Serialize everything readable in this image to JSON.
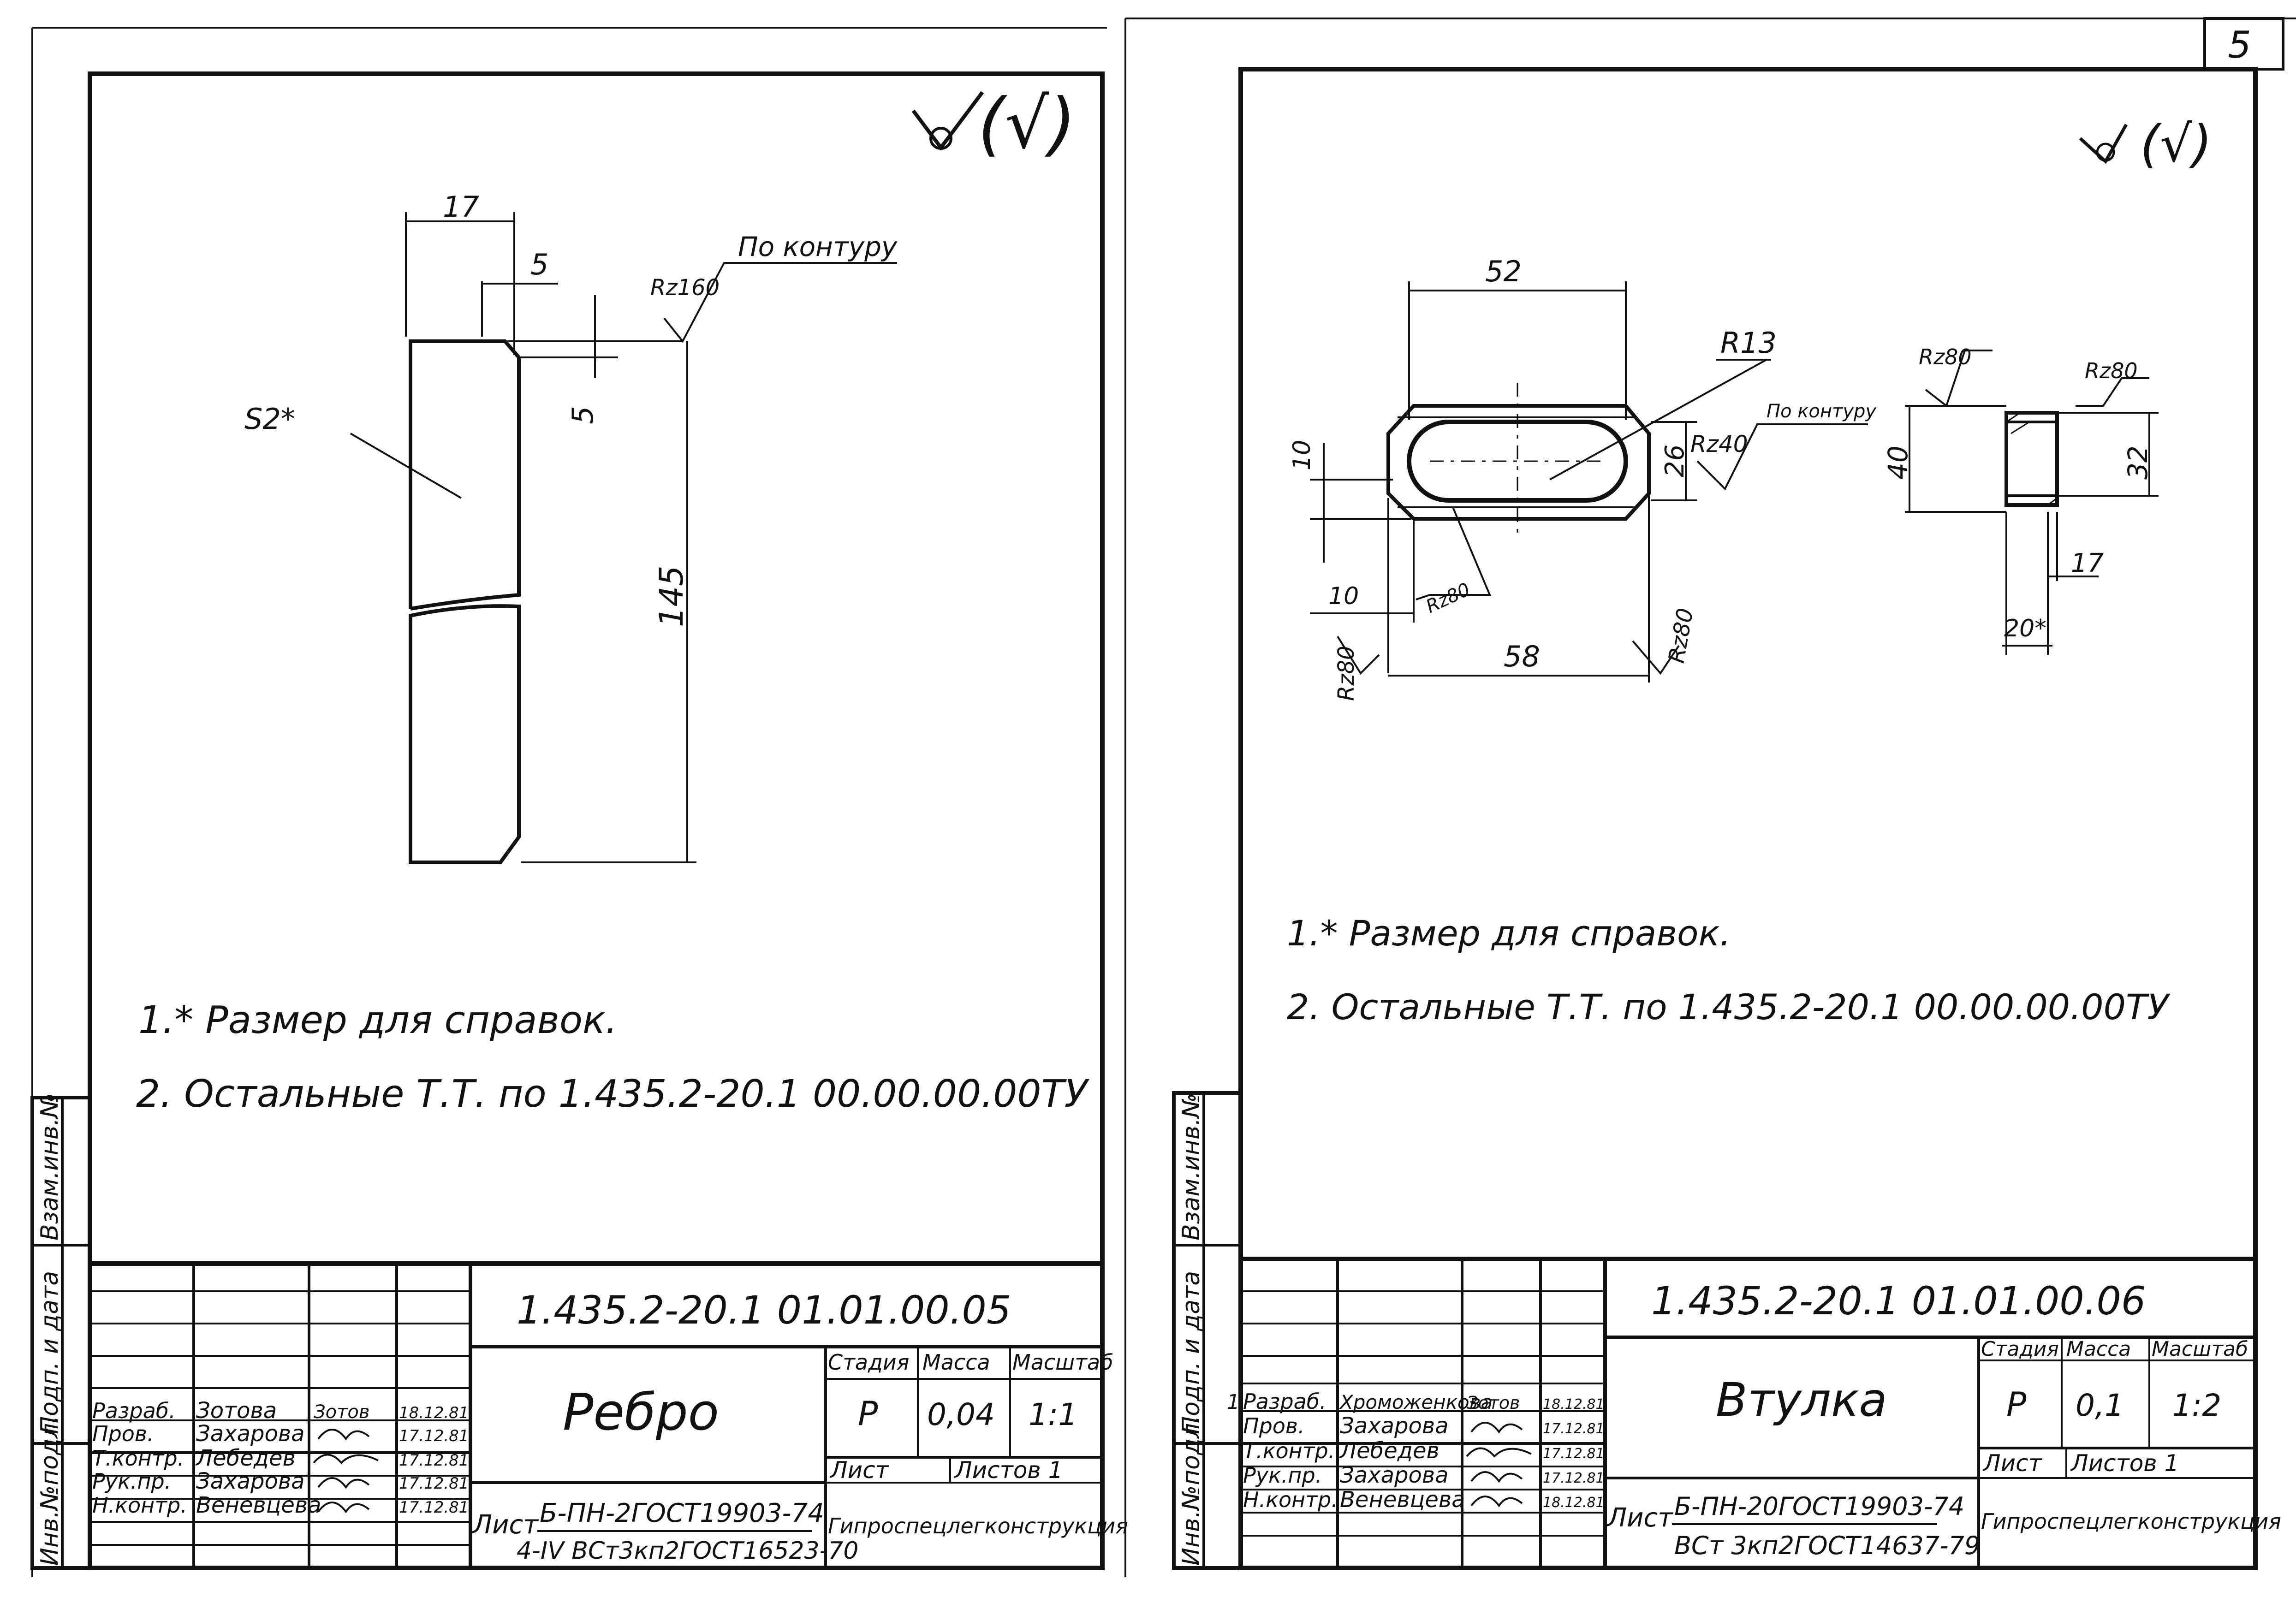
{
  "page_number": "5",
  "notes": {
    "note1": "1.* Размер для справок.",
    "note2": "2. Остальные Т.Т. по 1.435.2-20.1  00.00.00.00ТУ"
  },
  "side_labels": {
    "inv_podl": "Инв.№подл.",
    "podp_data": "Подп. и дата",
    "vzam_inv": "Взам.инв.№"
  },
  "finish_mark": "(√)",
  "title_block_headers": {
    "stage": "Стадия",
    "mass": "Масса",
    "scale": "Масштаб",
    "sheet": "Лист",
    "sheets_total": "Листов 1",
    "organization": "Гипроспецлегконструкция"
  },
  "roles": [
    "Разраб.",
    "Пров.",
    "Т.контр.",
    "Рук.пр.",
    "Н.контр."
  ],
  "left_drawing": {
    "designation": "1.435.2-20.1   01.01.00.05",
    "part_name": "Ребро",
    "stage": "Р",
    "mass": "0,04",
    "scale": "1:1",
    "material_prefix": "Лист",
    "material_line1": "Б-ПН-2ГОСТ19903-74",
    "material_line2": "4-IV ВСт3кп2ГОСТ16523-70",
    "people": [
      {
        "name": "Зотова",
        "sign": "Зотов",
        "date": "18.12.81"
      },
      {
        "name": "Захарова",
        "sign": "",
        "date": "17.12.81"
      },
      {
        "name": "Лебедев",
        "sign": "",
        "date": "17.12.81"
      },
      {
        "name": "Захарова",
        "sign": "",
        "date": "17.12.81"
      },
      {
        "name": "Веневцева",
        "sign": "",
        "date": "17.12.81"
      }
    ],
    "dims": {
      "width": "17",
      "chamfer_w": "5",
      "chamfer_h": "5",
      "length": "145",
      "thickness": "S2*",
      "roughness": "Rz160",
      "contour": "По контуру"
    }
  },
  "right_drawing": {
    "designation": "1.435.2-20.1    01.01.00.06",
    "part_name": "Втулка",
    "stage": "Р",
    "mass": "0,1",
    "scale": "1:2",
    "material_prefix": "Лист",
    "material_line1": "Б-ПН-20ГОСТ19903-74",
    "material_line2": "ВСт 3кп2ГОСТ14637-79",
    "row_marker": "1",
    "people": [
      {
        "name": "Хроможенкова",
        "sign": "Зотов",
        "date": "18.12.81"
      },
      {
        "name": "Захарова",
        "sign": "",
        "date": "17.12.81"
      },
      {
        "name": "Лебедев",
        "sign": "",
        "date": "17.12.81"
      },
      {
        "name": "Захарова",
        "sign": "",
        "date": "17.12.81"
      },
      {
        "name": "Веневцева",
        "sign": "",
        "date": "18.12.81"
      }
    ],
    "dims": {
      "top_len": "52",
      "radius": "R13",
      "slot_w": "26",
      "rz40": "Rz40",
      "contour": "По контуру",
      "left10": "10",
      "bottom10": "10",
      "rz80_inner": "Rz80",
      "bottom_len": "58",
      "rz80_left": "Rz80",
      "rz80_right": "Rz80",
      "section_h": "40",
      "section_inner": "32",
      "section_17": "17",
      "section_20": "20*",
      "section_rz_left": "Rz80",
      "section_rz_right": "Rz80"
    }
  }
}
